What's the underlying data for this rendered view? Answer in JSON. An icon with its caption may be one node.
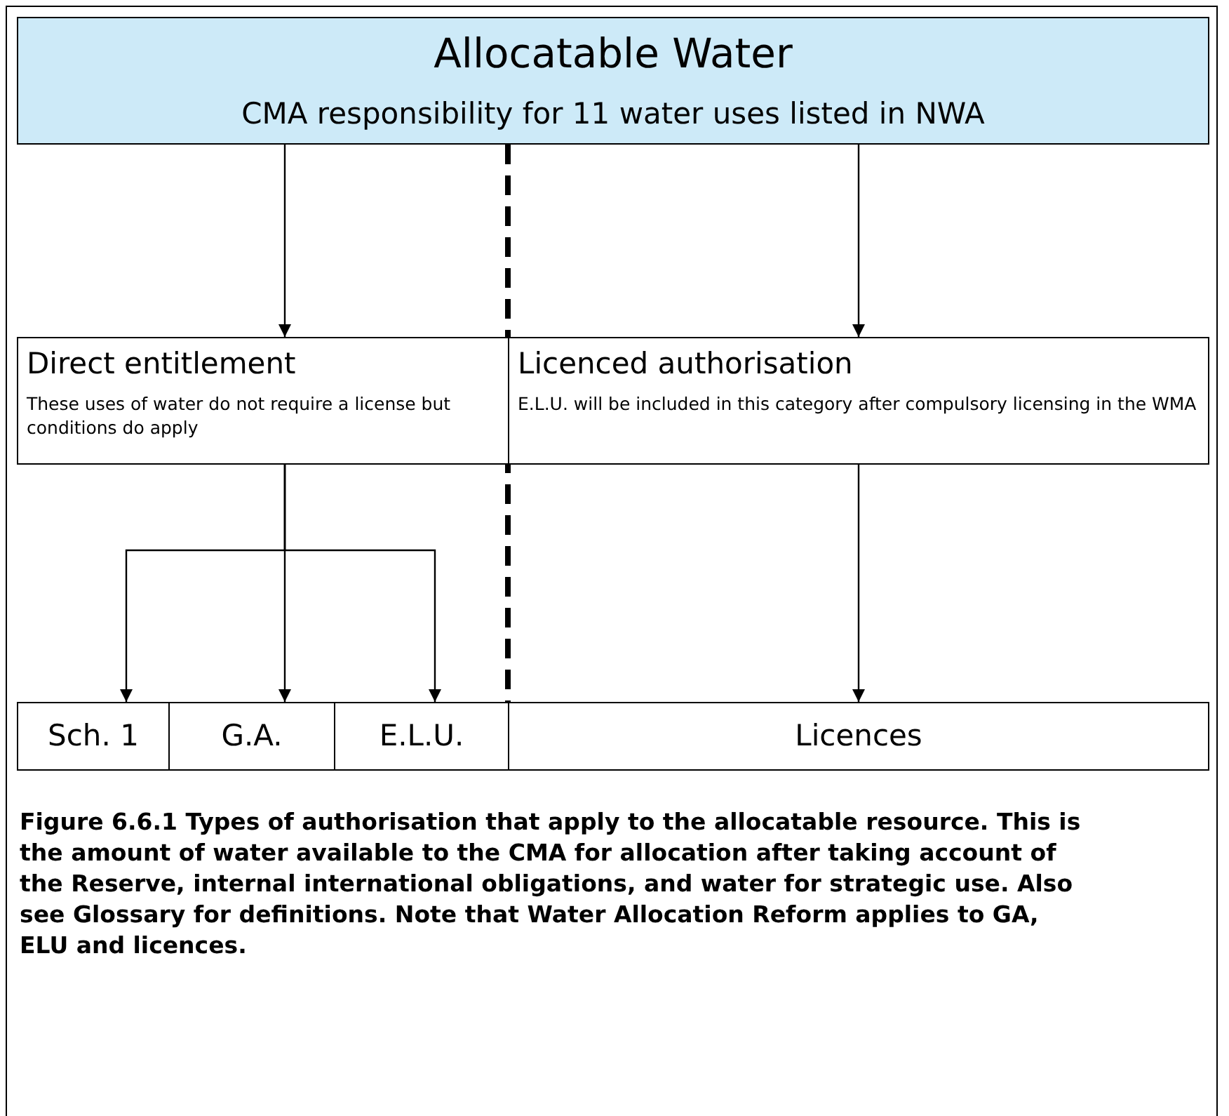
{
  "diagram": {
    "caption": "Figure 6.6.1 Types of authorisation that apply to the allocatable resource. This is the amount of water available to the CMA for allocation after taking account of the Reserve, internal international obligations, and water for strategic use. Also see Glossary for definitions.  Note that Water Allocation Reform applies to GA, ELU and licences.",
    "nodes": [
      {
        "text": [
          "Allocatable Water",
          "CMA responsibility for 11 water uses listed in NWA"
        ]
      },
      {
        "text": [
          "Direct entitlement",
          "These uses of water do not require a license but conditions do apply"
        ]
      },
      {
        "text": [
          "Licenced authorisation",
          "E.L.U. will be included in this category after compulsory licensing in the WMA"
        ]
      },
      {
        "text": [
          "Sch. 1"
        ]
      },
      {
        "text": [
          "G.A."
        ]
      },
      {
        "text": [
          "E.L.U."
        ]
      },
      {
        "text": [
          "Licences"
        ]
      }
    ],
    "edges": [
      {
        "from": 0,
        "to": 1,
        "arrow": "to"
      },
      {
        "from": 0,
        "to": 2,
        "arrow": "to"
      },
      {
        "from": 1,
        "to": 3,
        "arrow": "to"
      },
      {
        "from": 1,
        "to": 4,
        "arrow": "to"
      },
      {
        "from": 1,
        "to": 5,
        "arrow": "to"
      },
      {
        "from": 2,
        "to": 6,
        "arrow": "to"
      }
    ]
  }
}
